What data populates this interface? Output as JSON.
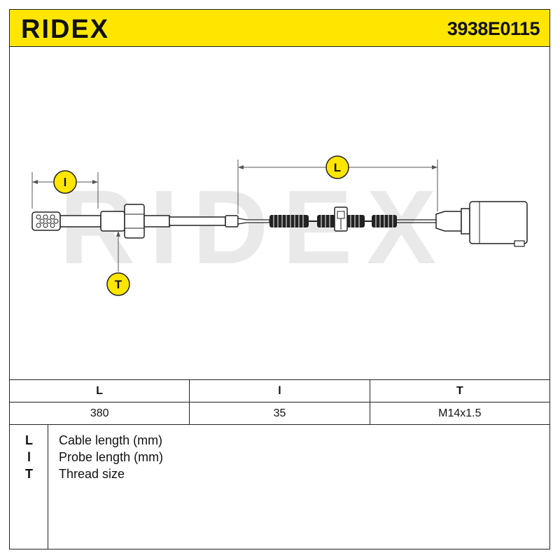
{
  "header": {
    "logo_text": "RIDEX",
    "part_number": "3938E0115"
  },
  "drawing": {
    "watermark_text": "RIDEX",
    "labels": {
      "cable_length": "L",
      "probe_length": "l",
      "thread": "T"
    },
    "colors": {
      "accent": "#ffe600",
      "line": "#222222",
      "watermark": "#e6e6e6"
    }
  },
  "spec_table": {
    "headers": [
      "L",
      "l",
      "T"
    ],
    "values": [
      "380",
      "35",
      "M14x1.5"
    ]
  },
  "legend": [
    {
      "key": "L",
      "text": "Cable length (mm)"
    },
    {
      "key": "l",
      "text": "Probe length (mm)"
    },
    {
      "key": "T",
      "text": "Thread size"
    }
  ]
}
